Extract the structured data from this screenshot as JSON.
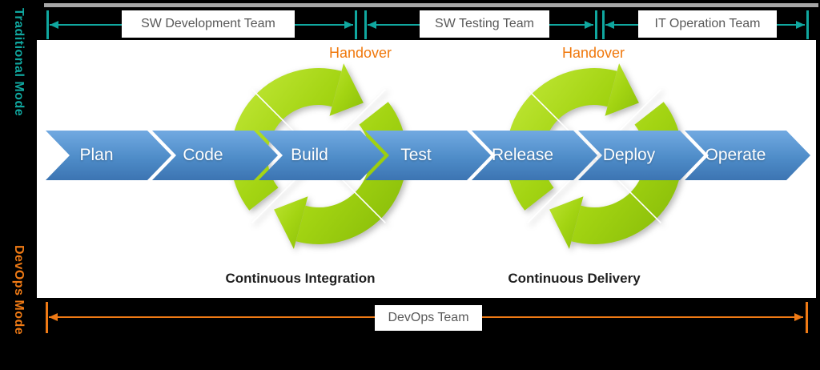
{
  "side_labels": {
    "traditional": "Traditional Mode",
    "devops": "DevOps Mode"
  },
  "top_bands": {
    "teams": [
      {
        "label": "SW Development Team"
      },
      {
        "label": "SW Testing Team"
      },
      {
        "label": "IT Operation Team"
      }
    ]
  },
  "pipeline": {
    "stages": [
      "Plan",
      "Code",
      "Build",
      "Test",
      "Release",
      "Deploy",
      "Operate"
    ]
  },
  "cycles": [
    {
      "handover_label": "Handover",
      "caption": "Continuous Integration"
    },
    {
      "handover_label": "Handover",
      "caption": "Continuous Delivery"
    }
  ],
  "bottom_band": {
    "label": "DevOps Team"
  },
  "colors": {
    "teal": "#10A79F",
    "orange": "#EF7A15",
    "blue_top": "#71A9E1",
    "blue_bottom": "#3C74B2",
    "green": "#A3D412",
    "gray_text": "#595959"
  }
}
